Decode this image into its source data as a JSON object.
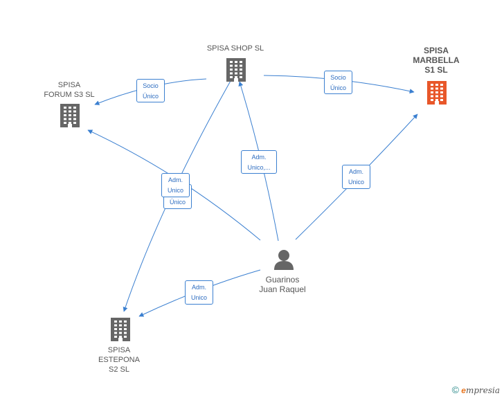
{
  "nodes": {
    "shop": {
      "lines": [
        "SPISA SHOP  SL"
      ],
      "icon": "building-icon",
      "color": "#666666"
    },
    "marbella": {
      "lines": [
        "SPISA",
        "MARBELLA",
        "S1  SL"
      ],
      "icon": "building-icon",
      "color": "#e8572a"
    },
    "forum": {
      "lines": [
        "SPISA",
        "FORUM S3  SL"
      ],
      "icon": "building-icon",
      "color": "#666666"
    },
    "estepona": {
      "lines": [
        "SPISA",
        "ESTEPONA",
        "S2  SL"
      ],
      "icon": "building-icon",
      "color": "#666666"
    },
    "person": {
      "lines": [
        "Guarinos",
        "Juan Raquel"
      ],
      "icon": "person-icon",
      "color": "#666666"
    }
  },
  "edges": [
    {
      "id": "shop-forum",
      "lines": [
        "Socio",
        "Único"
      ]
    },
    {
      "id": "shop-marbella",
      "lines": [
        "Socio",
        "Único"
      ]
    },
    {
      "id": "person-shop",
      "lines": [
        "Adm.",
        "Unico,..."
      ]
    },
    {
      "id": "person-marbella",
      "lines": [
        "Adm.",
        "Unico"
      ]
    },
    {
      "id": "person-forum",
      "lines": [
        "Adm.",
        "Unico"
      ]
    },
    {
      "id": "shop-estepona",
      "lines": [
        "Único"
      ]
    },
    {
      "id": "person-estepona",
      "lines": [
        "Adm.",
        "Unico"
      ]
    }
  ],
  "footer": {
    "symbol": "©",
    "brand_initial": "e",
    "brand_rest": "mpresia"
  },
  "colors": {
    "edge": "#3a7fd0",
    "node": "#666666",
    "highlight": "#e8572a"
  }
}
